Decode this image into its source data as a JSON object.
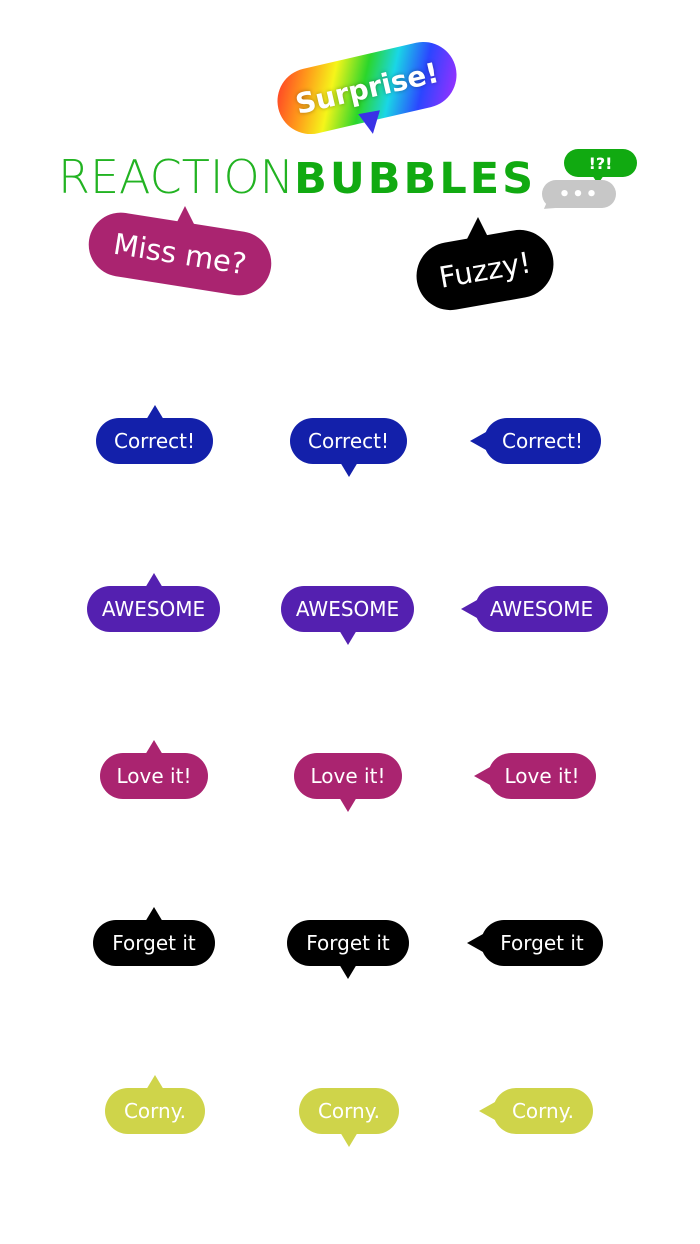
{
  "header": {
    "title_light": "REACTION",
    "title_bold": "BUBBLES",
    "surprise": "Surprise!",
    "miss_me": "Miss me?",
    "fuzzy": "Fuzzy!",
    "exclaim": "!?!",
    "typing": "•••"
  },
  "colors": {
    "title_green": "#11aa11",
    "blue": "#1320aa",
    "purple": "#5420b0",
    "magenta": "#aa2470",
    "black": "#000000",
    "lime": "#cfd44a",
    "gray": "#c7c7c7"
  },
  "rows": [
    {
      "label": "Correct!",
      "color": "blue"
    },
    {
      "label": "AWESOME",
      "color": "purple"
    },
    {
      "label": "Love it!",
      "color": "magenta"
    },
    {
      "label": "Forget it",
      "color": "black"
    },
    {
      "label": "Corny.",
      "color": "lime"
    }
  ],
  "tail_styles": [
    "tail-top",
    "tail-bottom",
    "tail-left"
  ]
}
